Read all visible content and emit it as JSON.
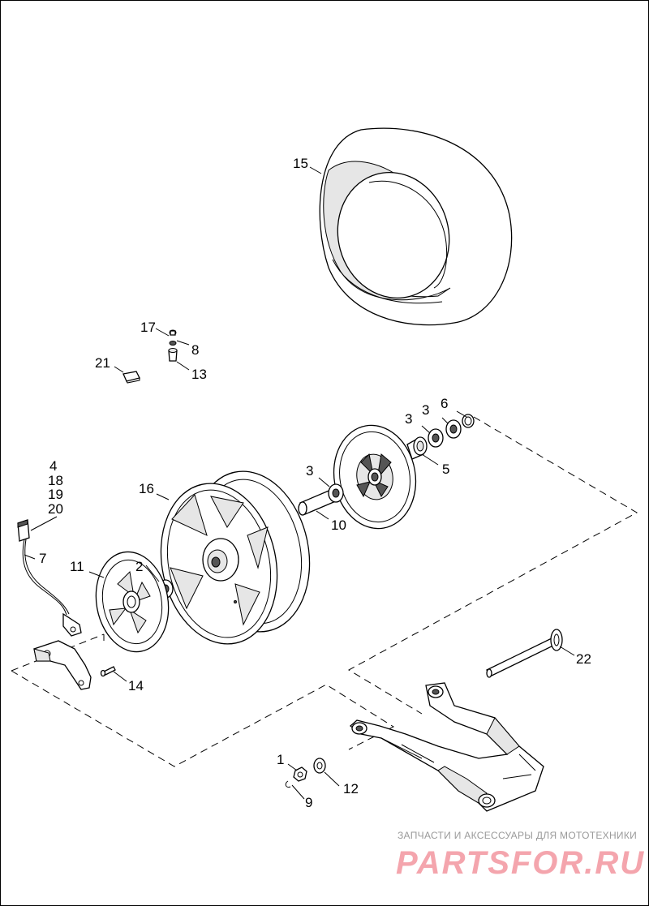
{
  "callouts": {
    "c1": "1",
    "c2": "2",
    "c3a": "3",
    "c3b": "3",
    "c3c": "3",
    "c4": "4",
    "c5": "5",
    "c6": "6",
    "c7": "7",
    "c8": "8",
    "c9": "9",
    "c10": "10",
    "c11": "11",
    "c12": "12",
    "c13": "13",
    "c14": "14",
    "c15": "15",
    "c16": "16",
    "c17": "17",
    "c18": "18",
    "c19": "19",
    "c20": "20",
    "c21": "21",
    "c22": "22"
  },
  "watermark": {
    "caption": "ЗАПЧАСТИ И АКСЕССУАРЫ ДЛЯ МОТОТЕХНИКИ",
    "brand": "PARTSFOR.RU",
    "brand_color": "#f4a5ad"
  }
}
